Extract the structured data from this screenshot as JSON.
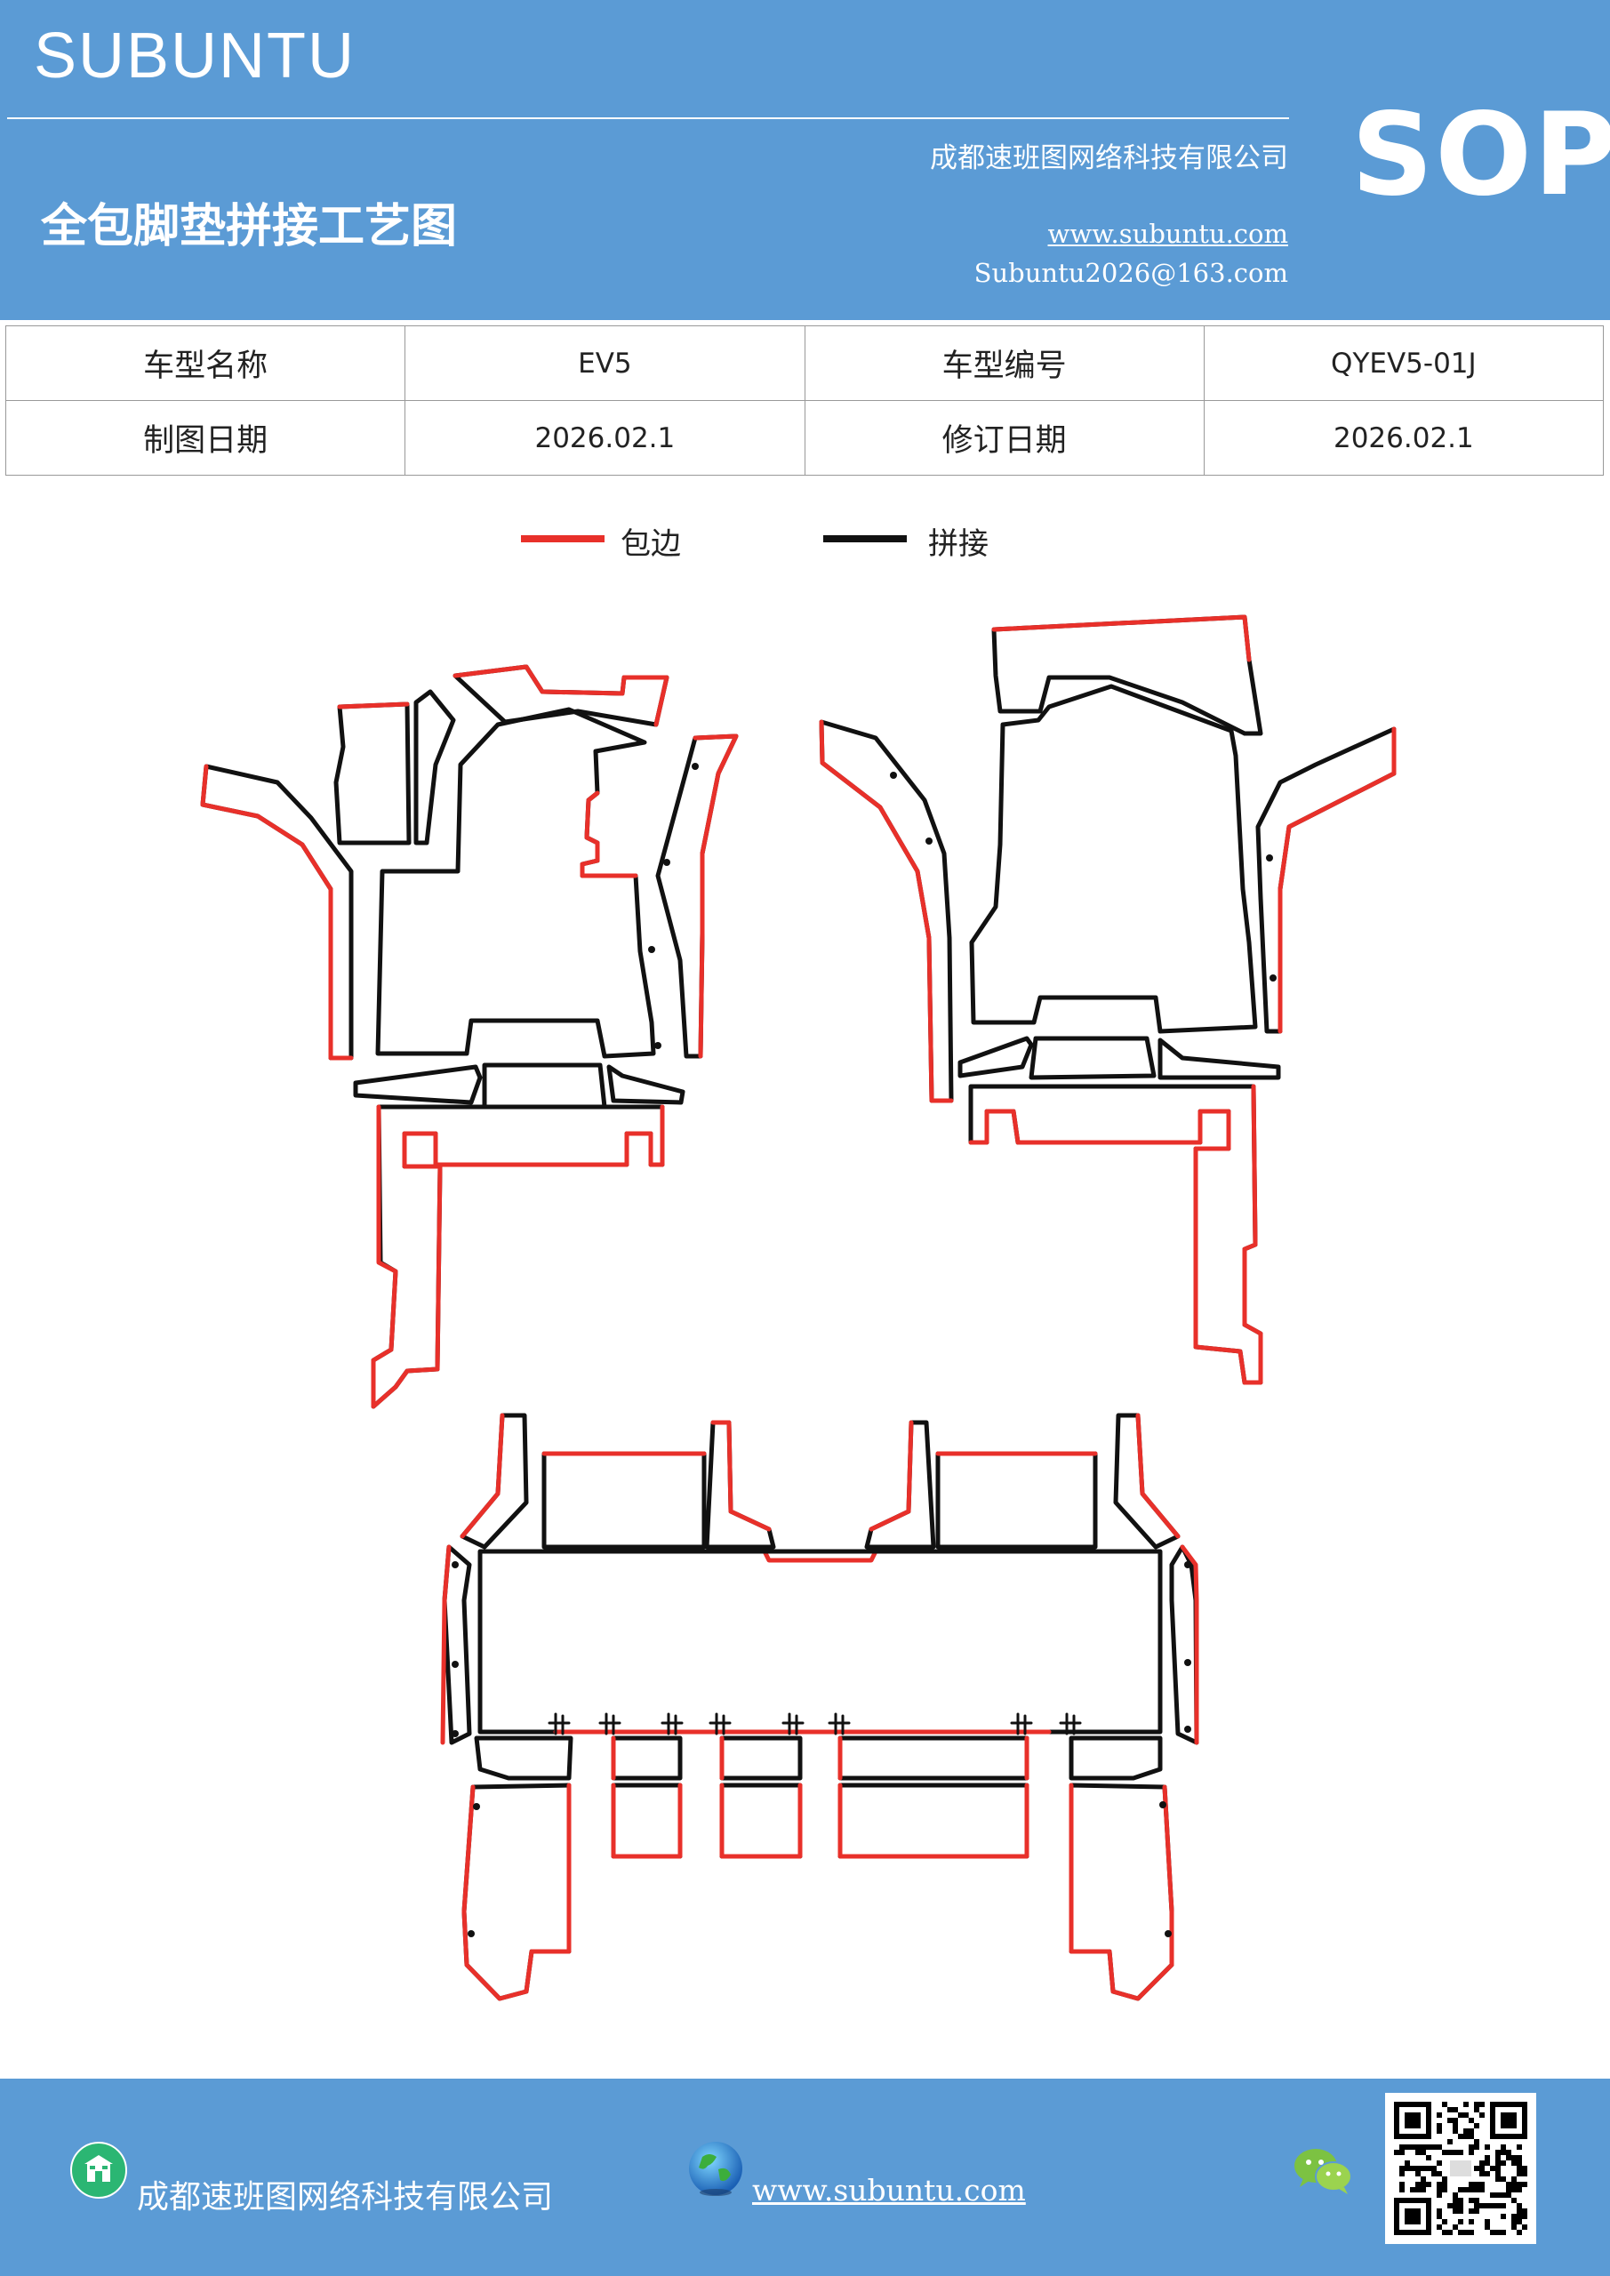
{
  "header": {
    "brand": "SUBUNTU",
    "company": "成都速班图网络科技有限公司",
    "title": "全包脚垫拼接工艺图",
    "website": "www.subuntu.com",
    "email": "Subuntu2026@163.com",
    "badge": "SOP"
  },
  "info_table": {
    "rows": [
      {
        "label1": "车型名称",
        "value1": "EV5",
        "label2": "车型编号",
        "value2": "QYEV5-01J"
      },
      {
        "label1": "制图日期",
        "value1": "2026.02.1",
        "label2": "修订日期",
        "value2": "2026.02.1"
      }
    ]
  },
  "legend": {
    "items": [
      {
        "label": "包边",
        "color": "#e8302a"
      },
      {
        "label": "拼接",
        "color": "#111111"
      }
    ]
  },
  "footer": {
    "company": "成都速班图网络科技有限公司",
    "website": "www.subuntu.com"
  },
  "icons": {
    "company_icon": "building-icon",
    "web_icon": "globe-icon",
    "wechat_icon": "wechat-icon",
    "qr_icon": "qr-code-icon"
  },
  "colors": {
    "header_bg": "#5b9bd5",
    "edge_binding": "#e8302a",
    "seam": "#111111"
  }
}
